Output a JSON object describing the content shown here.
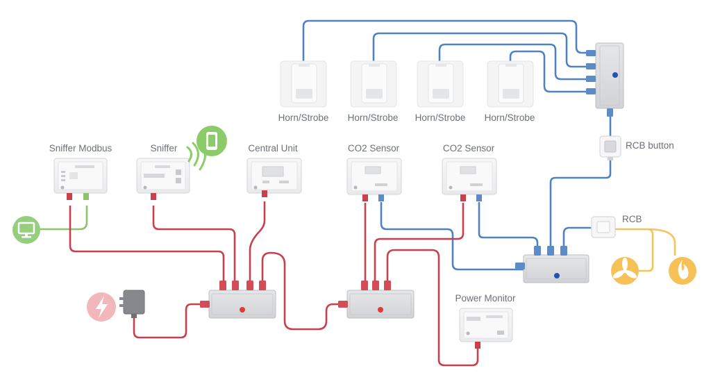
{
  "labels": {
    "horn1": "Horn/Strobe",
    "horn2": "Horn/Strobe",
    "horn3": "Horn/Strobe",
    "horn4": "Horn/Strobe",
    "sniffer_modbus": "Sniffer Modbus",
    "sniffer": "Sniffer",
    "central_unit": "Central Unit",
    "co2_sensor_1": "CO2 Sensor",
    "co2_sensor_2": "CO2 Sensor",
    "rcb_button": "RCB button",
    "rcb": "RCB",
    "power_monitor": "Power Monitor"
  },
  "colors": {
    "power_cable": "#c8404c",
    "blue_cable": "#4f82c2",
    "green_cable": "#8cc46a",
    "yellow_cable": "#f3c45a",
    "device_body": "#f3f4f5",
    "hub_body": "#dfe0e2",
    "hub_red_led": "#e03a3a",
    "hub_blue_led": "#2850b0",
    "monitor_icon": "#95cf7e",
    "phone_icon": "#8ccb6a",
    "power_icon": "#f2b7bb",
    "fan_icon": "#f6c156",
    "fire_icon": "#f6c156"
  },
  "icons": [
    "monitor-icon",
    "phone-wifi-icon",
    "power-lightning-icon",
    "fan-icon",
    "fire-icon"
  ]
}
